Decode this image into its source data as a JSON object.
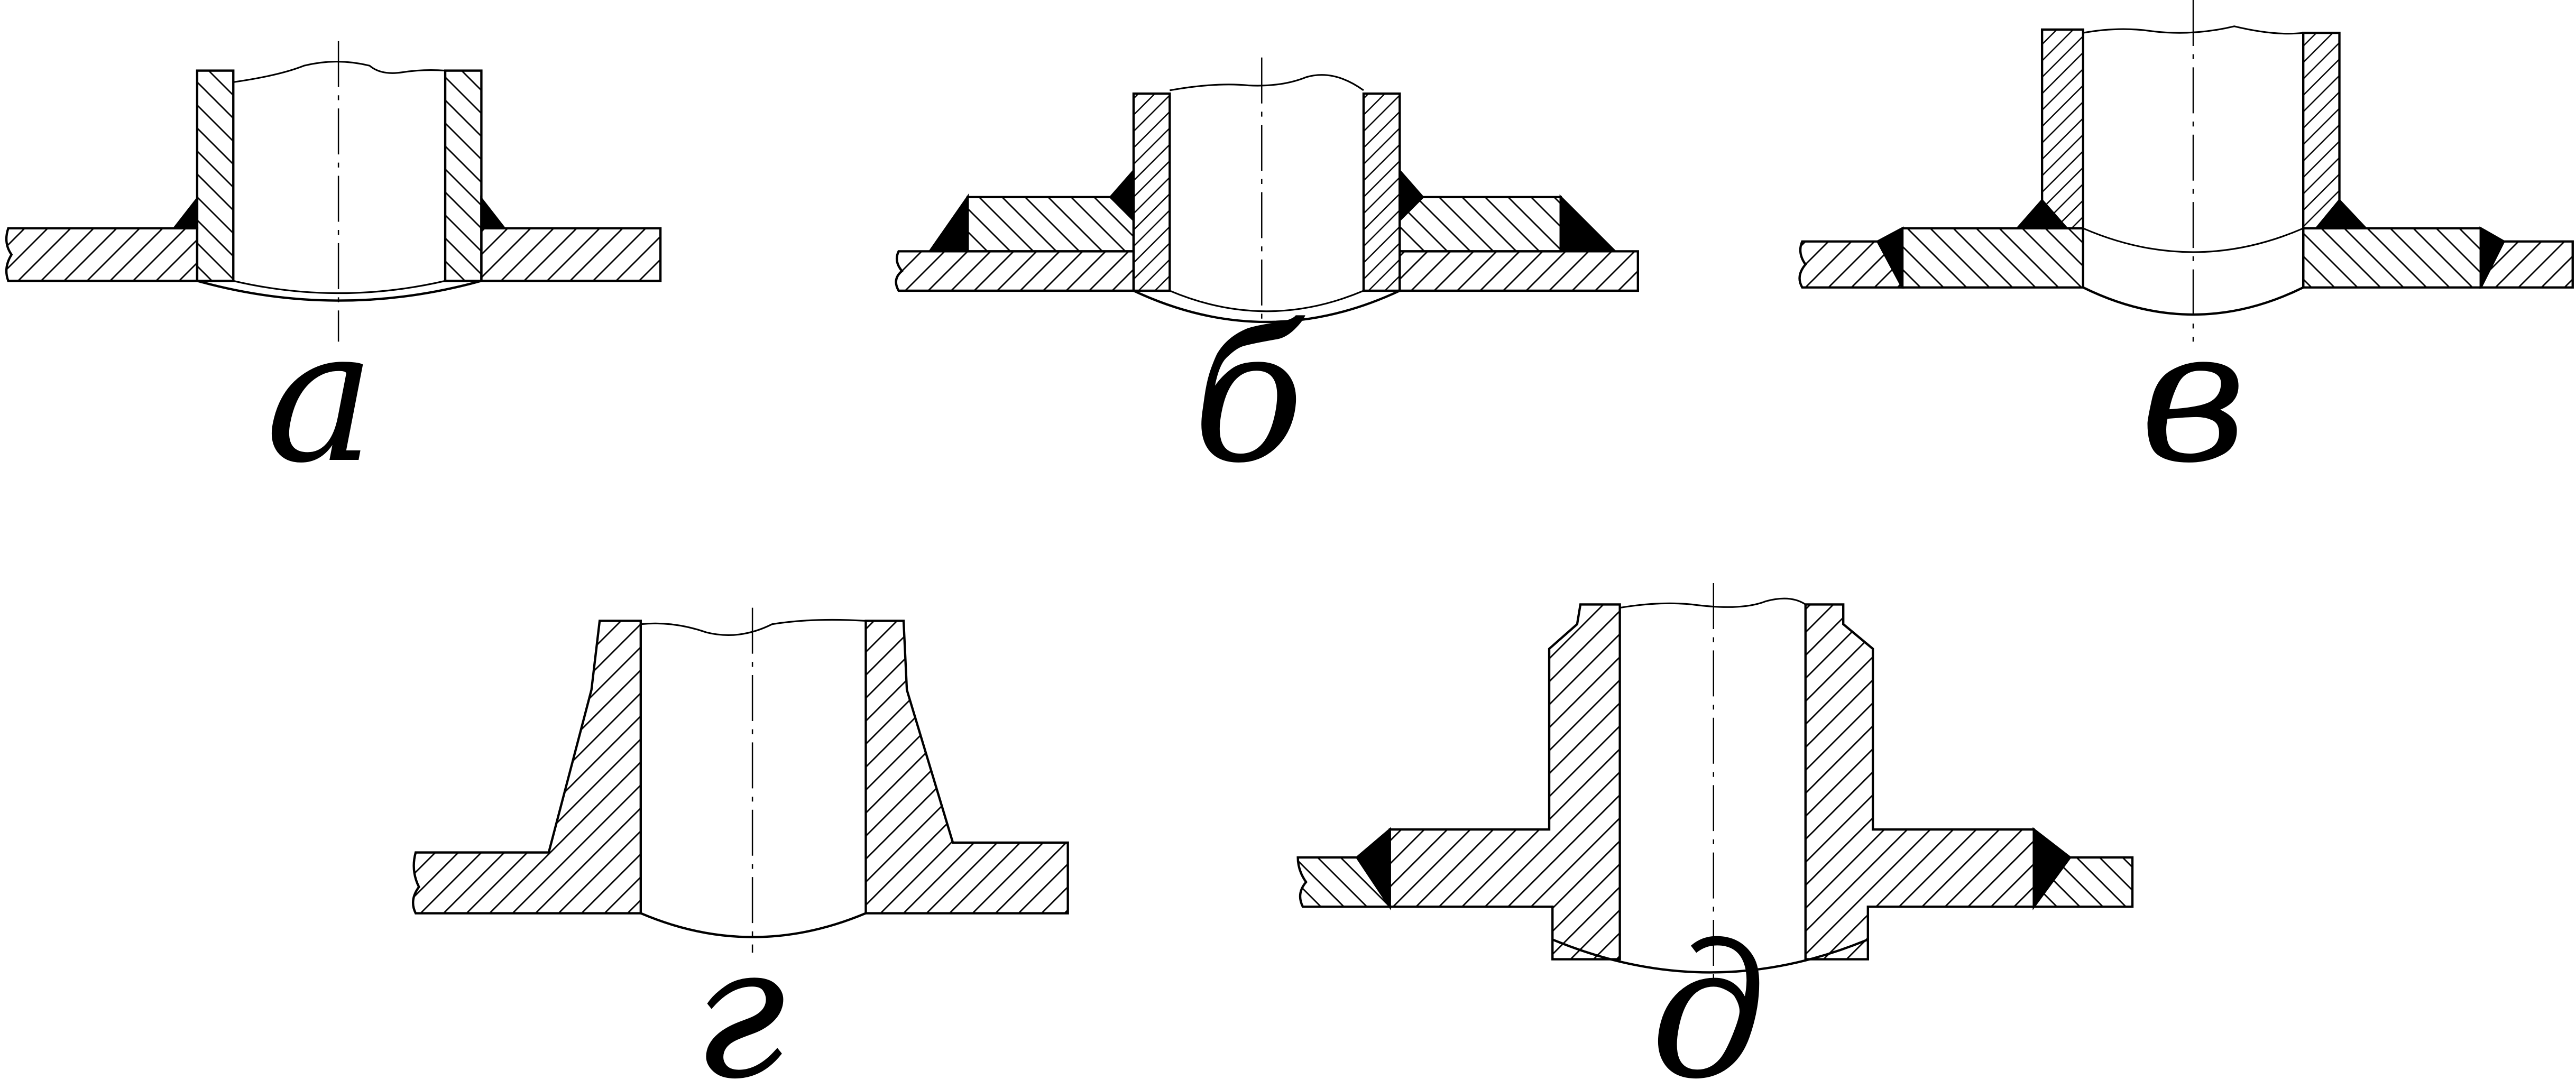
{
  "diagram": {
    "captions": {
      "a": "а",
      "b": "б",
      "v": "в",
      "g": "г",
      "d": "д"
    },
    "colors": {
      "line": "#000000",
      "hatch": "#000000",
      "weld": "#000000",
      "background": "#ffffff"
    }
  }
}
